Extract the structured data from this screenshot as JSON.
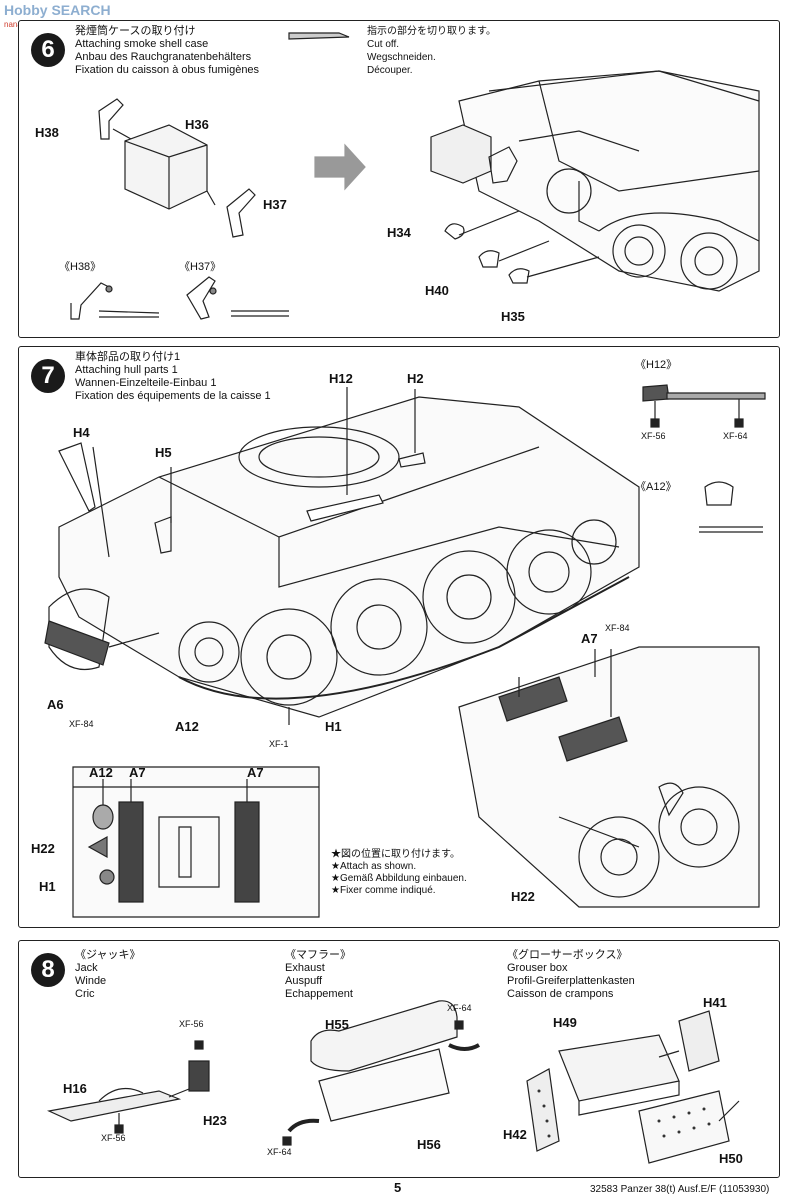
{
  "watermark": {
    "text": "Hobby SEARCH",
    "sub": "nana-shop.com"
  },
  "step6": {
    "number": "6",
    "title_lines": [
      "発煙筒ケースの取り付け",
      "Attaching smoke shell case",
      "Anbau des Rauchgranatenbehälters",
      "Fixation du caisson à obus fumigènes"
    ],
    "cut_lines": [
      "指示の部分を切り取ります。",
      "Cut off.",
      "Wegschneiden.",
      "Découper."
    ],
    "labels": {
      "h38": "H38",
      "h36": "H36",
      "h37": "H37",
      "h34": "H34",
      "h40": "H40",
      "h35": "H35"
    },
    "detail_h38": "《H38》",
    "detail_h37": "《H37》"
  },
  "step7": {
    "number": "7",
    "title_lines": [
      "車体部品の取り付け1",
      "Attaching hull parts 1",
      "Wannen-Einzelteile-Einbau 1",
      "Fixation des équipements de la caisse 1"
    ],
    "labels": {
      "h12": "H12",
      "h2": "H2",
      "h4": "H4",
      "h5": "H5",
      "a6": "A6",
      "a12": "A12",
      "h1": "H1",
      "a7": "A7",
      "h22": "H22"
    },
    "paints": {
      "xf84": "XF-84",
      "xf1": "XF-1",
      "xf56": "XF-56",
      "xf64": "XF-64"
    },
    "detail_h12": "《H12》",
    "detail_a12": "《A12》",
    "note_lines": [
      "★図の位置に取り付けます。",
      "★Attach as shown.",
      "★Gemäß Abbildung einbauen.",
      "★Fixer comme indiqué."
    ],
    "bottom_labels": {
      "a12": "A12",
      "a7a": "A7",
      "a7b": "A7",
      "h22": "H22",
      "h1": "H1"
    }
  },
  "step8": {
    "number": "8",
    "jack": {
      "jp": "《ジャッキ》",
      "lines": [
        "Jack",
        "Winde",
        "Cric"
      ],
      "h16": "H16",
      "h23": "H23",
      "xf56a": "XF-56",
      "xf56b": "XF-56"
    },
    "exhaust": {
      "jp": "《マフラー》",
      "lines": [
        "Exhaust",
        "Auspuff",
        "Echappement"
      ],
      "h55": "H55",
      "h56": "H56",
      "xf64a": "XF-64",
      "xf64b": "XF-64"
    },
    "grouser": {
      "jp": "《グローサーボックス》",
      "lines": [
        "Grouser box",
        "Profil-Greiferplattenkasten",
        "Caisson de crampons"
      ],
      "h49": "H49",
      "h41": "H41",
      "h42": "H42",
      "h50": "H50"
    }
  },
  "footer": {
    "page": "5",
    "product": "32583 Panzer 38(t) Ausf.E/F (11053930)"
  }
}
